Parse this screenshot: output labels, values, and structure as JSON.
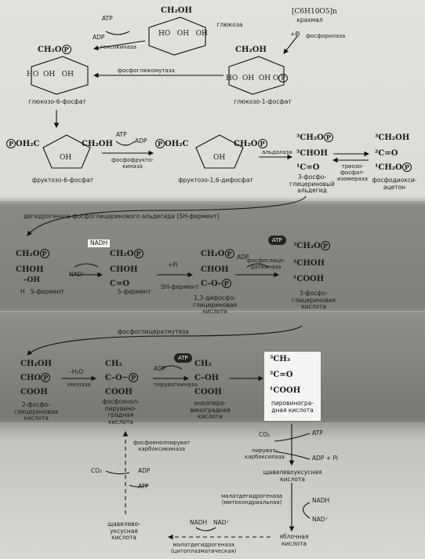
{
  "top": {
    "starch": "[C6H10O5]n",
    "starch_label": "крахмал",
    "glucose_label": "глюкоза",
    "g6p_label": "глюкозо-6-фосфат",
    "g1p_label": "глюкозо-1-фосфат",
    "hexokinase": "гексокиназа",
    "phosphorylase": "фосфорилаза",
    "phosphoglucomutase": "фосфоглюкомутаза",
    "atp": "ATP",
    "adp": "ADP",
    "pi": "+Pi"
  },
  "row2": {
    "f6p_label": "фруктозо-6-фосфат",
    "pfk": "фосфофрукто-\nкиназа",
    "fbp_label": "фруктозо-1,6-дифосфат",
    "aldolase": "альдолаза",
    "g3p_label": "3-фосфо-\nглицериновый\nальдегид",
    "tpi": "триозо-\nфосфат-\nизомераза",
    "dhap_label": "фосфодиокси-\nацетон"
  },
  "band1": {
    "dehydrogenase": "дегидрогеназа  фосфоглицеринового альдегида  (SH-фермент)",
    "sh_enzyme": "S-фермент",
    "sh_enzyme2": "SH-фермент",
    "nad": "NAD⁺",
    "nadh": "NADH",
    "bpg_label": "1,3-дифосфо-\nглицериновая\nкислота",
    "pgk": "фосфоглице-\nраткиназа",
    "pg3_label": "3-фосфо-\nглицериновая\nкислота"
  },
  "band2": {
    "pgm": "фосфоглицератмутаза",
    "pg2_label": "2-фосфо-\nглицериновая\nкислота",
    "enolase": "енолаза",
    "h2o": "–H₂O",
    "pep_label": "фосфоенол-\nпирувино-\nградная\nкислота",
    "pk": "пируваткиназа",
    "enolpyr_label": "енолпиро-\nвиноградная\nкислота",
    "pyr_label": "пировиногра-\nдная кислота"
  },
  "bottom": {
    "pepck": "фосфоенолпируват\nкарбоксикиназа",
    "pyr_carboxylase": "пируват-\nкарбоксилаза",
    "oxaloacetate": "щавелевоуксусная\nкислота",
    "mdh_mito": "малатдегидрогеназа\n(митохондриальная)",
    "mdh_cyto": "малатдегидрогеназа\n(цитоплазматическая)",
    "malate": "яблочная\nкислота",
    "oxaloacetate2": "щавелево-\nуксусная\nкислота",
    "co2": "CO₂",
    "atp": "ATP",
    "adp": "ADP",
    "adp_pi": "ADP + Pi",
    "nadh": "NADH",
    "nad": "NAD⁺"
  }
}
